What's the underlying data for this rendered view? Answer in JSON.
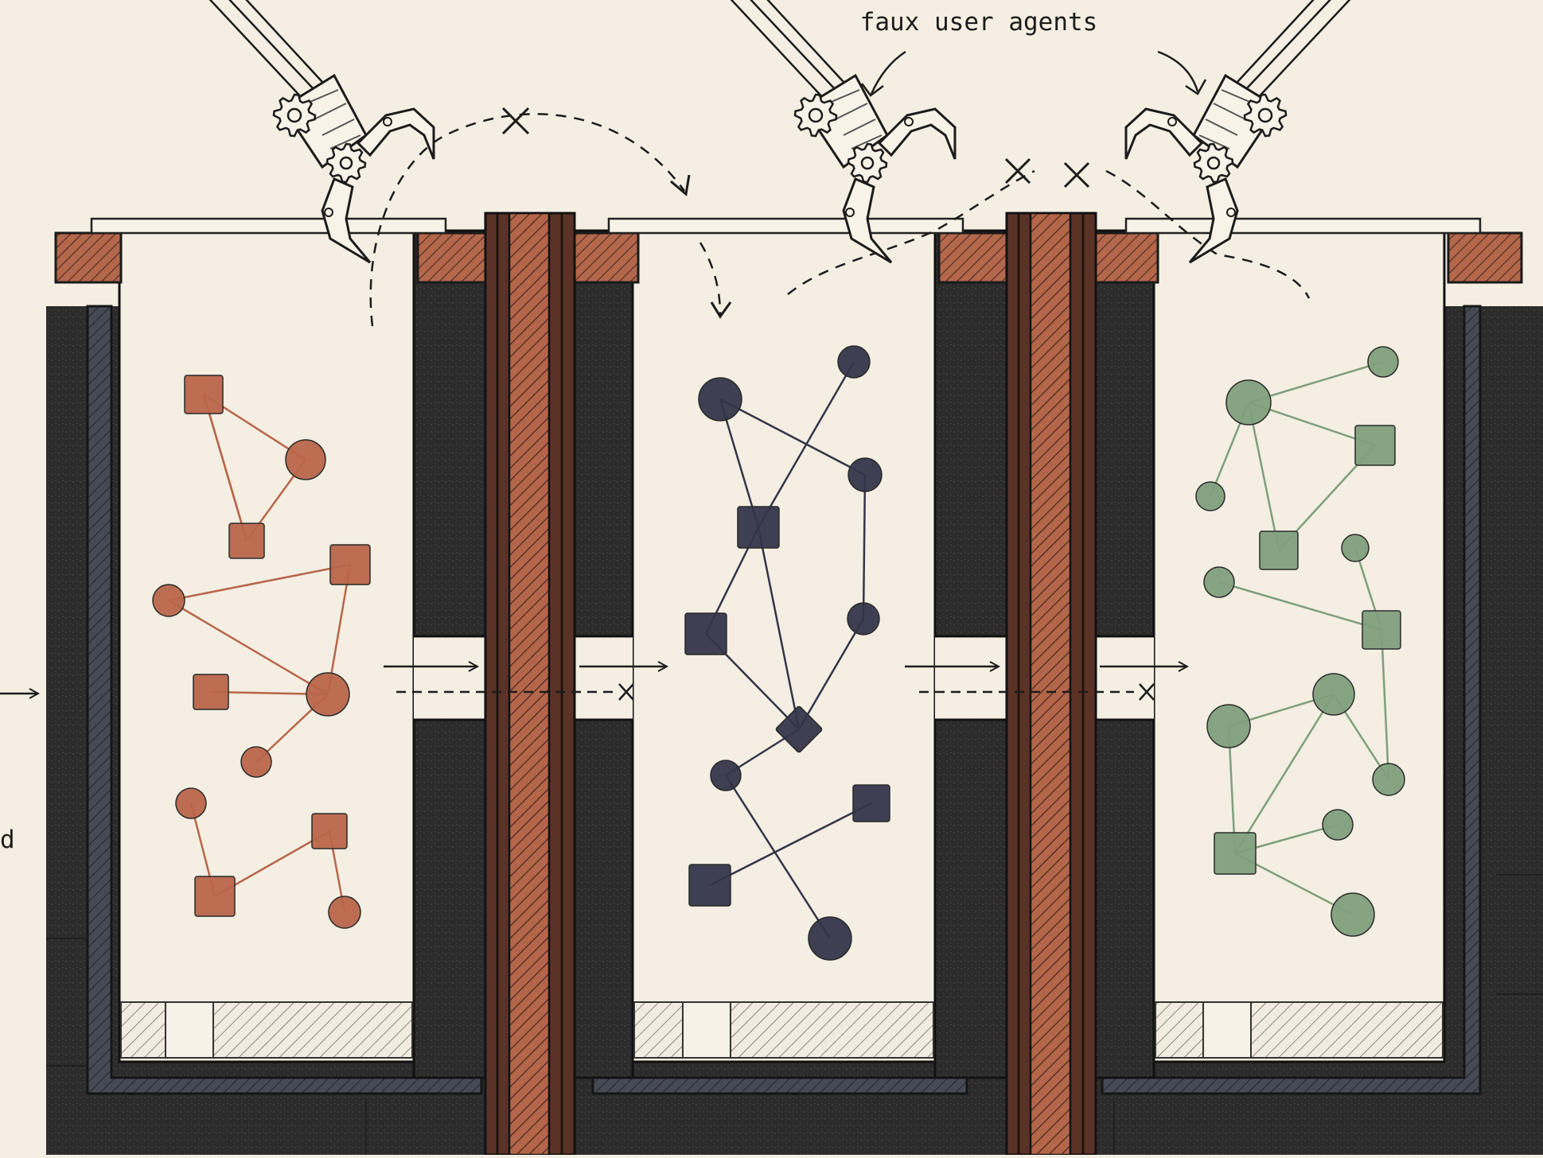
{
  "diagram": {
    "annotation": "faux user agents",
    "left_edge_fragment": "d",
    "colors": {
      "paper": "#f4efe2",
      "wall_dark": "#2c2b2b",
      "wall_inner": "#3f434c",
      "copper": "#a65a3d",
      "pillar_outer": "#5a3226",
      "pillar_inner": "#b4664a",
      "cap": "#b3684c",
      "ink": "#1c1c1c",
      "rust": "#b8654a",
      "navy": "#34354a",
      "sage": "#7f9f7c"
    },
    "compartments": [
      {
        "name": "left",
        "graph_color": "rust"
      },
      {
        "name": "middle",
        "graph_color": "navy"
      },
      {
        "name": "right",
        "graph_color": "sage"
      }
    ],
    "robot_arms": 3,
    "blocked_crossings": 3,
    "blocked_flows": 2
  }
}
